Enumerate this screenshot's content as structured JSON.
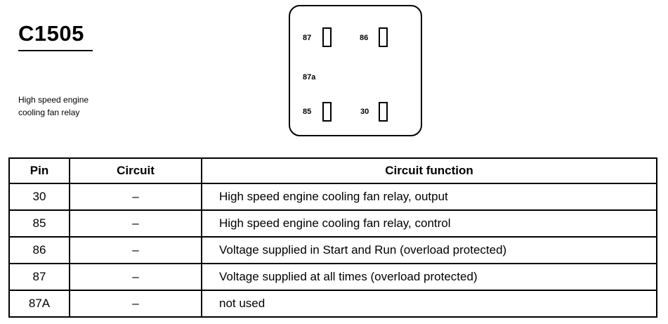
{
  "connector": {
    "id": "C1505",
    "description_line1": "High speed engine",
    "description_line2": "cooling fan relay"
  },
  "relay": {
    "pins": [
      {
        "label": "87"
      },
      {
        "label": "86"
      },
      {
        "label": "87a"
      },
      {
        "label": "85"
      },
      {
        "label": "30"
      }
    ]
  },
  "table": {
    "headers": [
      "Pin",
      "Circuit",
      "Circuit function"
    ],
    "rows": [
      {
        "pin": "30",
        "circuit": "–",
        "function": "High speed engine cooling fan relay, output"
      },
      {
        "pin": "85",
        "circuit": "–",
        "function": "High speed engine cooling fan relay, control"
      },
      {
        "pin": "86",
        "circuit": "–",
        "function": "Voltage supplied in Start and Run (overload protected)"
      },
      {
        "pin": "87",
        "circuit": "–",
        "function": "Voltage supplied at all times (overload protected)"
      },
      {
        "pin": "87A",
        "circuit": "–",
        "function": "not used"
      }
    ]
  }
}
